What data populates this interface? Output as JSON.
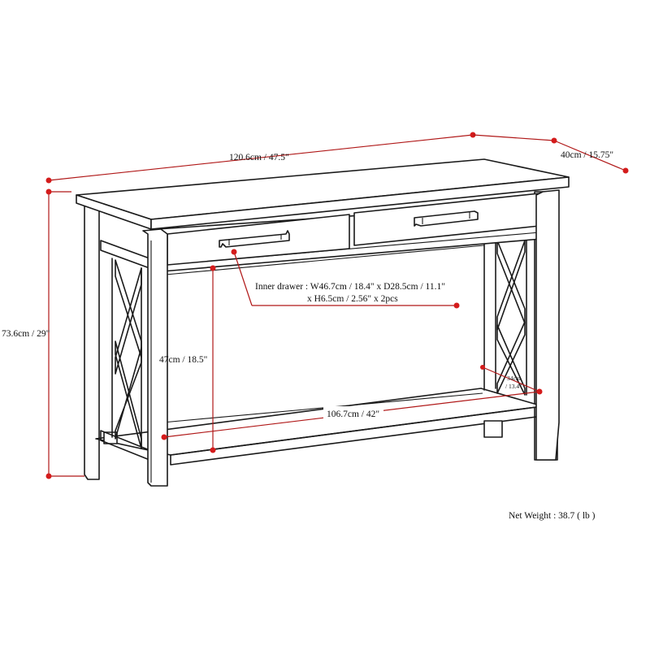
{
  "dimensions": {
    "width": "120.6cm / 47.5\"",
    "depth": "40cm / 15.75\"",
    "height": "73.6cm / 29\"",
    "shelf_height": "47cm / 18.5\"",
    "shelf_width": "106.7cm / 42\"",
    "shelf_depth_cm": "34cm",
    "shelf_depth_in": "/ 13.4\""
  },
  "drawer": {
    "line1": "Inner drawer  : W46.7cm / 18.4\" x D28.5cm / 11.1\"",
    "line2": "x H6.5cm / 2.56\" x 2pcs"
  },
  "net_weight": "Net Weight : 38.7 ( lb )",
  "colors": {
    "dimension_line": "#b01818",
    "dimension_dot": "#d41c1c",
    "outline": "#1a1a1a"
  }
}
